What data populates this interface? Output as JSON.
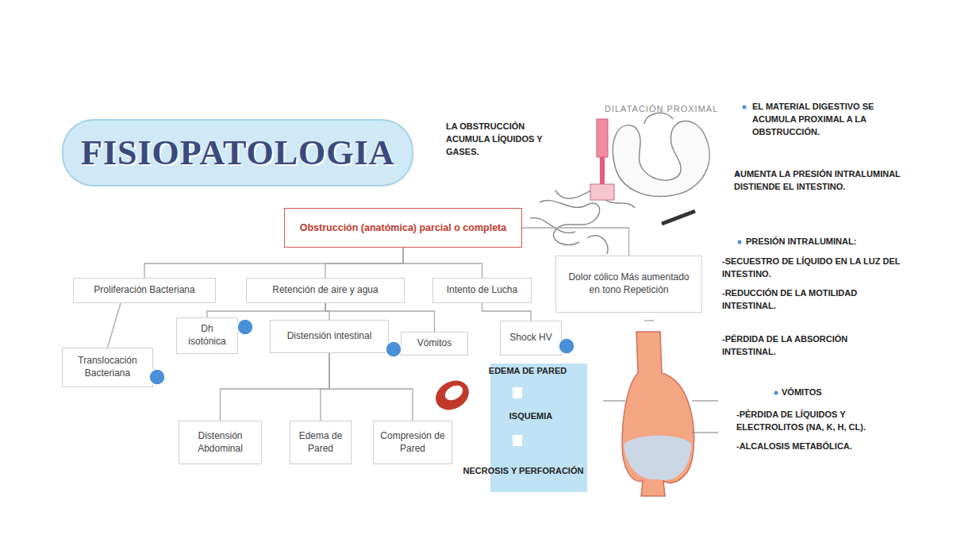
{
  "diagram": {
    "title": "FISIOPATOLOGIA",
    "nodes": [
      {
        "text": [
          "Obstrucción (anatómica) parcial o completa"
        ]
      },
      {
        "text": [
          "Proliferación Bacteriana"
        ]
      },
      {
        "text": [
          "Retención de aire y agua"
        ]
      },
      {
        "text": [
          "Intento de Lucha"
        ]
      },
      {
        "text": [
          "Dolor cólico Más aumentado en tono Repetición"
        ]
      },
      {
        "text": [
          "Translocación Bacteriana"
        ]
      },
      {
        "text": [
          "Dh isotónica"
        ]
      },
      {
        "text": [
          "Distensión intestinal"
        ]
      },
      {
        "text": [
          "Vómitos"
        ]
      },
      {
        "text": [
          "Shock HV"
        ]
      },
      {
        "text": [
          "Distensión Abdominal"
        ]
      },
      {
        "text": [
          "Edema de Pared"
        ]
      },
      {
        "text": [
          "Compresión de Pared"
        ]
      }
    ],
    "edges": [
      {
        "from": 0,
        "to": 1,
        "arrow": "none"
      },
      {
        "from": 0,
        "to": 2,
        "arrow": "none"
      },
      {
        "from": 0,
        "to": 3,
        "arrow": "none"
      },
      {
        "from": 0,
        "to": 4,
        "arrow": "none"
      },
      {
        "from": 1,
        "to": 5,
        "arrow": "none"
      },
      {
        "from": 2,
        "to": 6,
        "arrow": "none"
      },
      {
        "from": 2,
        "to": 7,
        "arrow": "none"
      },
      {
        "from": 2,
        "to": 8,
        "arrow": "none"
      },
      {
        "from": 3,
        "to": 9,
        "arrow": "none"
      },
      {
        "from": 7,
        "to": 10,
        "arrow": "none"
      },
      {
        "from": 7,
        "to": 11,
        "arrow": "none"
      },
      {
        "from": 7,
        "to": 12,
        "arrow": "none"
      }
    ],
    "labels": [
      "LA OBSTRUCCIÓN ACUMULA LÍQUIDOS Y GASES.",
      "DILATACIÓN PROXIMAL",
      "EL MATERIAL DIGESTIVO SE ACUMULA PROXIMAL A LA OBSTRUCCIÓN.",
      "AUMENTA LA PRESIÓN INTRALUMINAL DISTIENDE EL INTESTINO.",
      "PRESIÓN INTRALUMINAL:",
      "-SECUESTRO DE LÍQUIDO EN LA LUZ DEL INTESTINO.",
      "-REDUCCIÓN DE LA MOTILIDAD INTESTINAL.",
      "-PÉRDIDA DE LA ABSORCIÓN INTESTINAL.",
      "VÓMITOS",
      "-PÉRDIDA DE LÍQUIDOS Y ELECTROLITOS (NA, K, H, CL).",
      "-ALCALOSIS METABÓLICA.",
      "EDEMA DE PARED",
      "ISQUEMIA",
      "NECROSIS Y PERFORACIÓN"
    ]
  }
}
